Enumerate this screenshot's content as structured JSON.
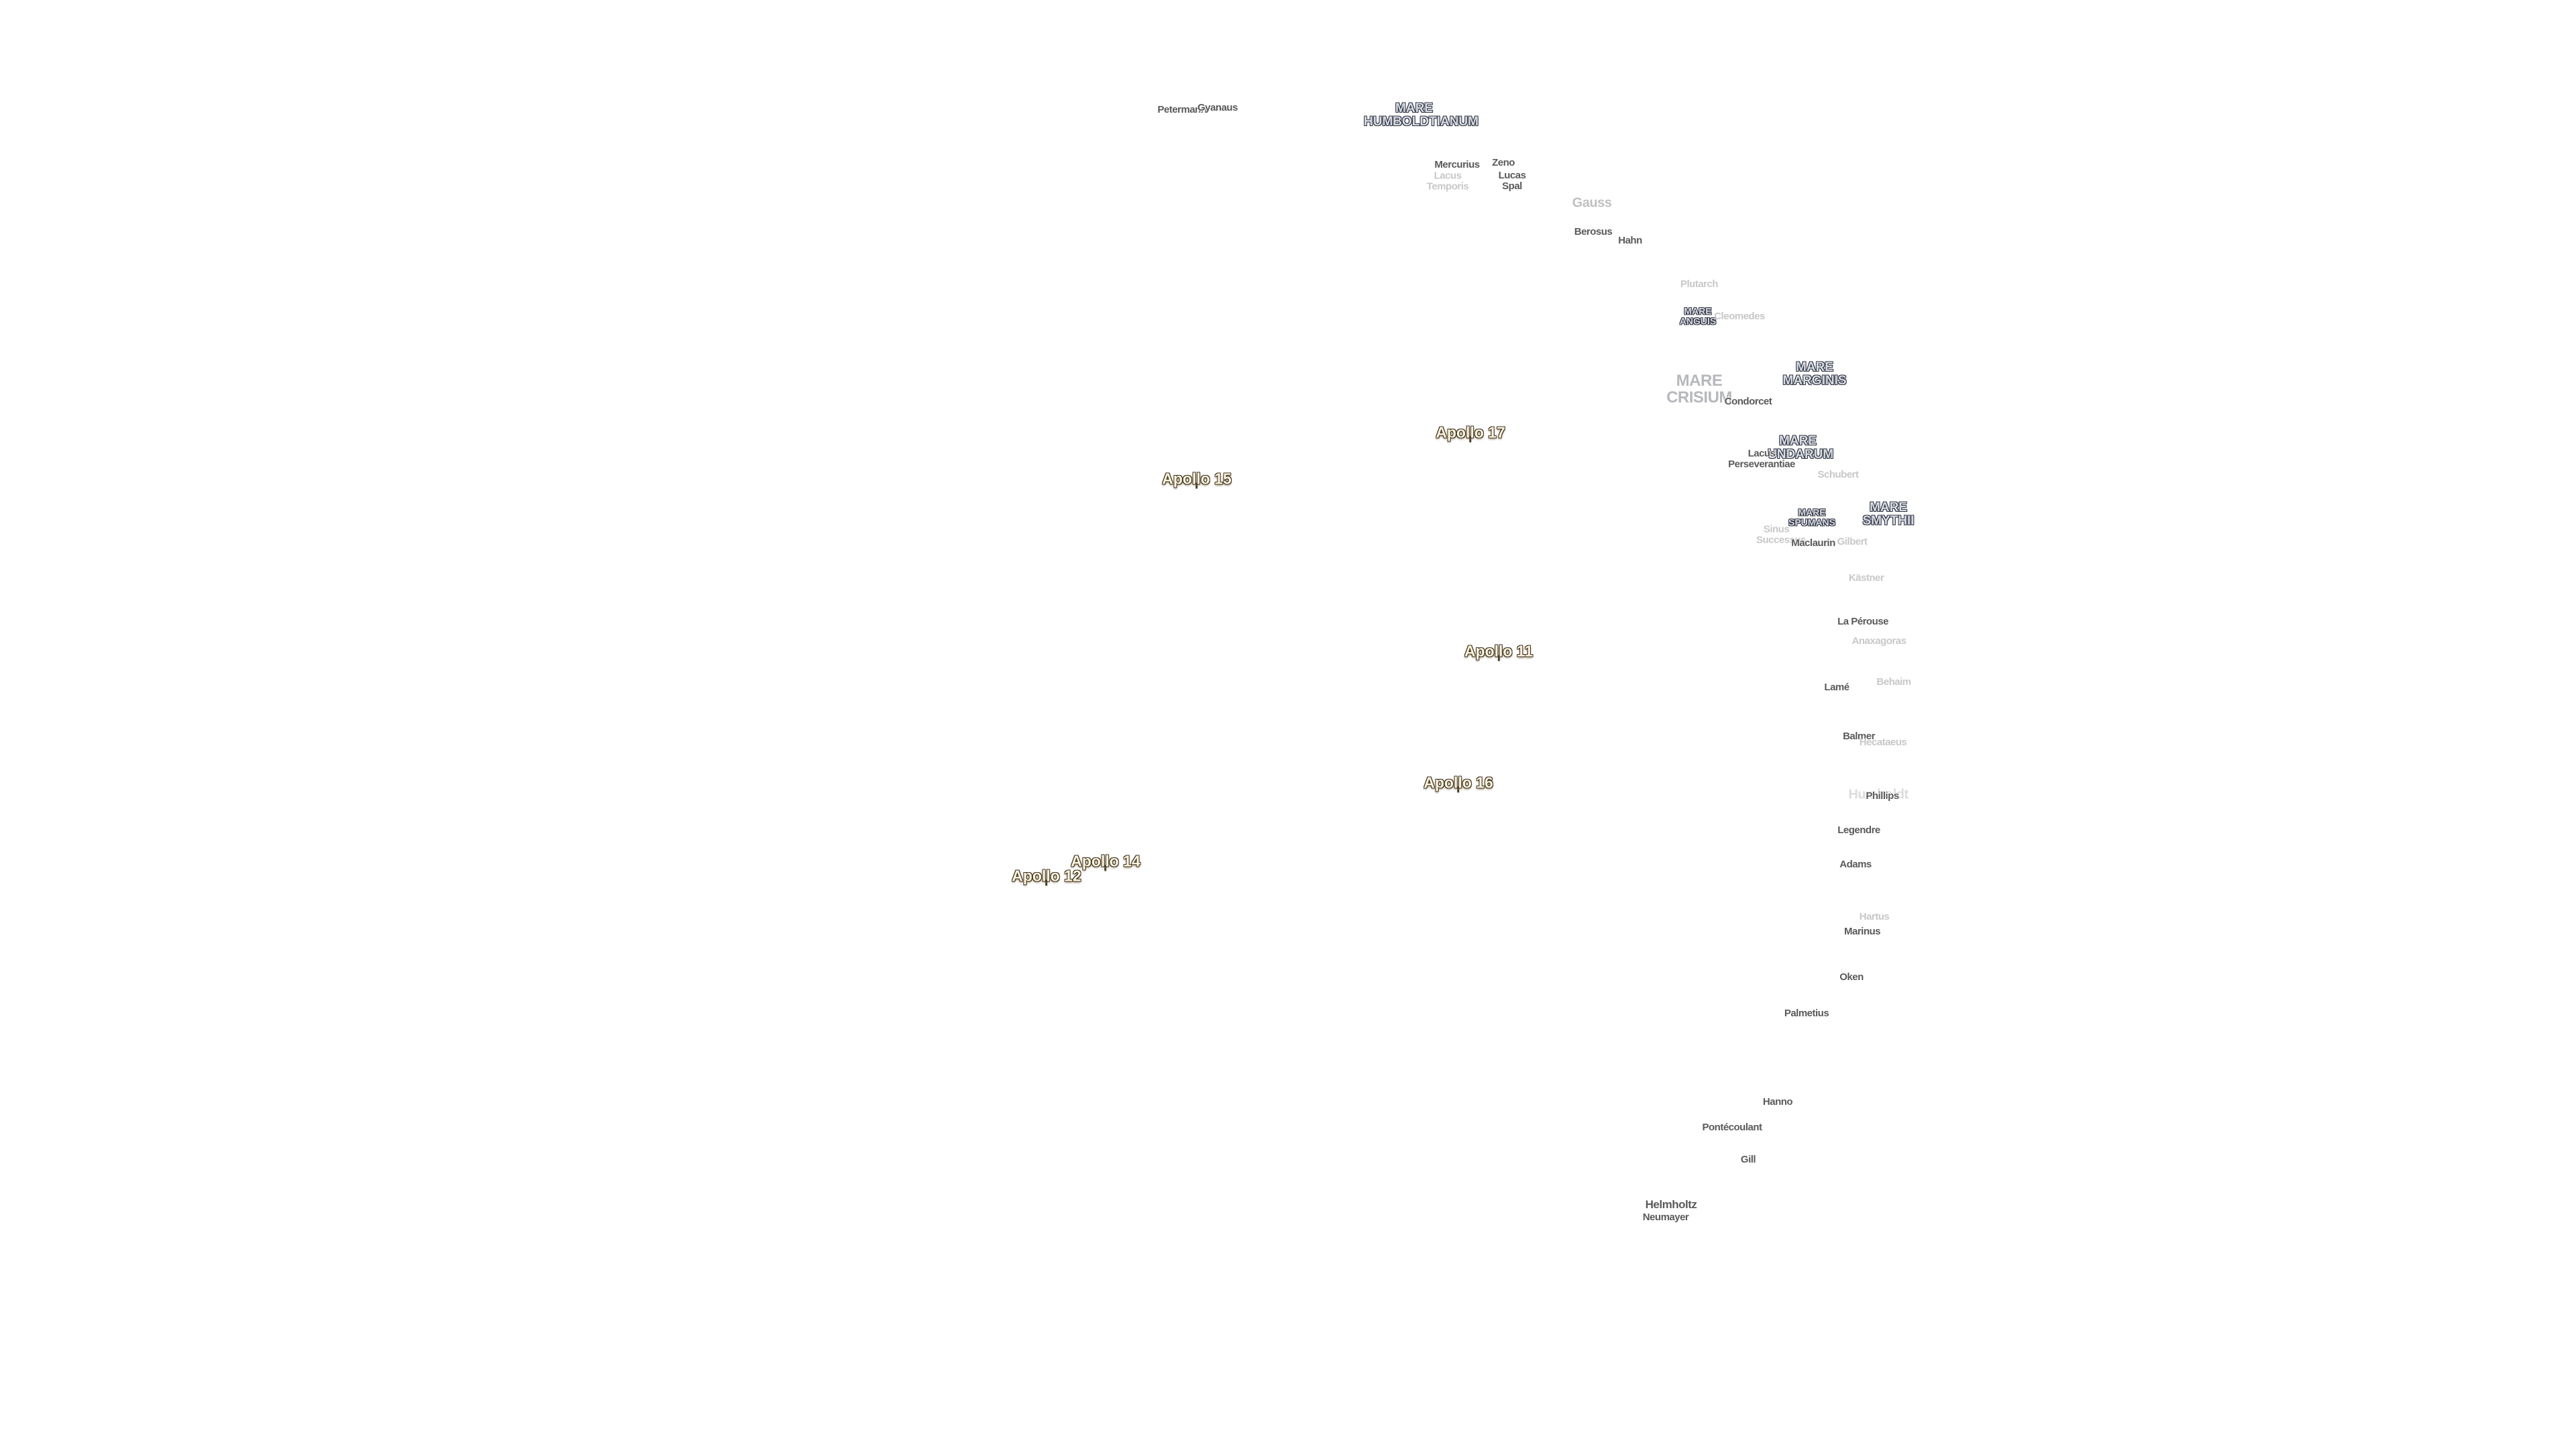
{
  "map": {
    "apollo_sites": [
      {
        "name": "Apollo 17"
      },
      {
        "name": "Apollo 15"
      },
      {
        "name": "Apollo 11"
      },
      {
        "name": "Apollo 16"
      },
      {
        "name": "Apollo 14"
      },
      {
        "name": "Apollo 12"
      }
    ],
    "maria": [
      {
        "name": "MARE HUMBOLDTIANUM"
      },
      {
        "name": "MARE ANGUIS"
      },
      {
        "name": "MARE MARGINIS"
      },
      {
        "name": "MARE UNDARUM"
      },
      {
        "name": "MARE SPUMANS"
      },
      {
        "name": "MARE SMYTHII"
      },
      {
        "name": "MARE CRISIUM"
      }
    ],
    "craters": [
      {
        "name": "Petermann"
      },
      {
        "name": "Gyanaus"
      },
      {
        "name": "Mercurius"
      },
      {
        "name": "Zeno"
      },
      {
        "name": "Lucas"
      },
      {
        "name": "Spal"
      },
      {
        "name": "Lacus Temporis"
      },
      {
        "name": "Gauss"
      },
      {
        "name": "Berosus"
      },
      {
        "name": "Hahn"
      },
      {
        "name": "Plutarch"
      },
      {
        "name": "Cleomedes"
      },
      {
        "name": "Condorcet"
      },
      {
        "name": "Lacus Perseverantiae"
      },
      {
        "name": "Schubert"
      },
      {
        "name": "Sinus Successus"
      },
      {
        "name": "Maclaurin"
      },
      {
        "name": "Gilbert"
      },
      {
        "name": "Kästner"
      },
      {
        "name": "La Pérouse"
      },
      {
        "name": "Anaxagoras"
      },
      {
        "name": "Lamé"
      },
      {
        "name": "Behaim"
      },
      {
        "name": "Balmer"
      },
      {
        "name": "Hecataeus"
      },
      {
        "name": "Humboldt"
      },
      {
        "name": "Phillips"
      },
      {
        "name": "Legendre"
      },
      {
        "name": "Adams"
      },
      {
        "name": "Hartus"
      },
      {
        "name": "Marinus"
      },
      {
        "name": "Oken"
      },
      {
        "name": "Palmetius"
      },
      {
        "name": "Hanno"
      },
      {
        "name": "Pontécoulant"
      },
      {
        "name": "Gill"
      },
      {
        "name": "Helmholtz"
      },
      {
        "name": "Neumayer"
      }
    ]
  }
}
